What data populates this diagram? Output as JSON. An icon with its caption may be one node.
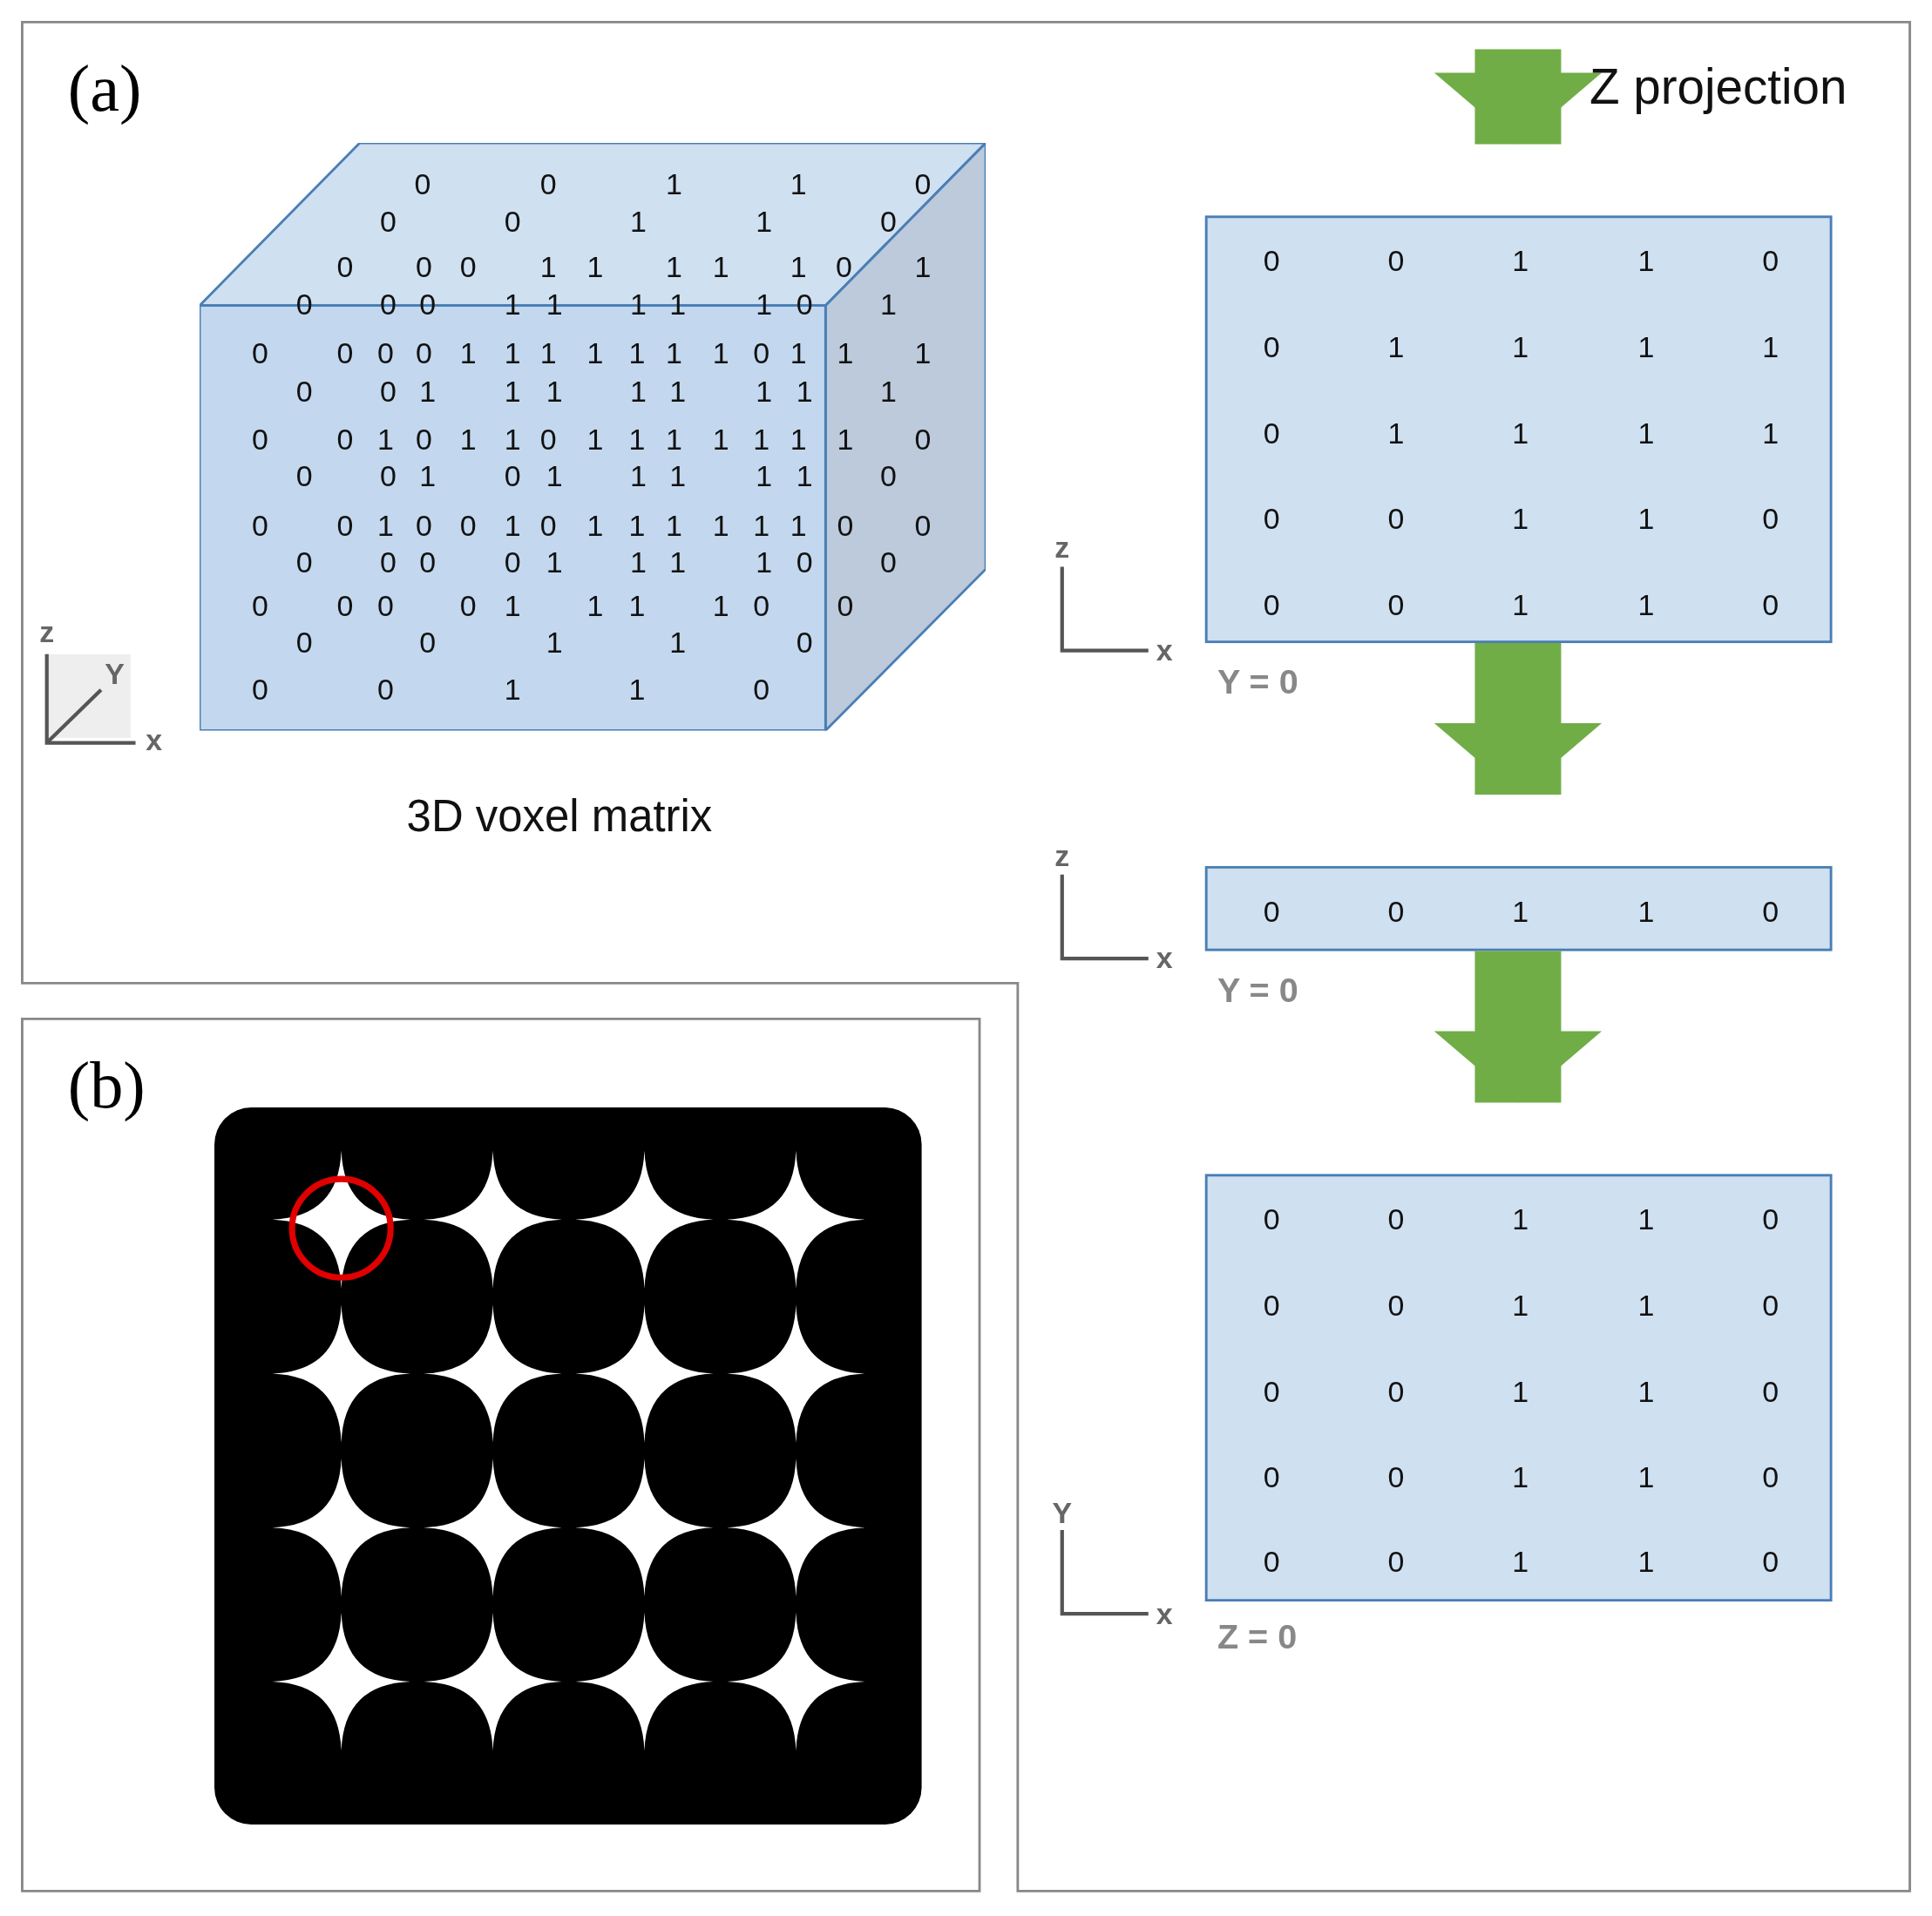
{
  "diagram": {
    "nodes": [
      {
        "text": [
          "(a)"
        ]
      },
      {
        "text": [
          "0",
          "0",
          "1",
          "1",
          "0",
          "0",
          "0",
          "1",
          "1",
          "0",
          "0",
          "0",
          "0",
          "1",
          "1",
          "1",
          "1",
          "1",
          "0",
          "1",
          "0",
          "0",
          "0",
          "1",
          "1",
          "1",
          "1",
          "1",
          "0",
          "1",
          "0",
          "0",
          "0",
          "0",
          "1",
          "1",
          "1",
          "1",
          "1",
          "1",
          "1",
          "0",
          "1",
          "1",
          "1",
          "0",
          "0",
          "1",
          "1",
          "1",
          "1",
          "1",
          "1",
          "1",
          "1",
          "0",
          "0",
          "1",
          "0",
          "1",
          "1",
          "0",
          "1",
          "1",
          "1",
          "1",
          "1",
          "1",
          "1",
          "0",
          "0",
          "0",
          "1",
          "0",
          "1",
          "1",
          "1",
          "1",
          "1",
          "0",
          "0",
          "0",
          "1",
          "0",
          "0",
          "1",
          "0",
          "1",
          "1",
          "1",
          "1",
          "1",
          "1",
          "0",
          "0",
          "0",
          "0",
          "0",
          "0",
          "1",
          "1",
          "1",
          "1",
          "0",
          "0",
          "0",
          "0",
          "0",
          "0",
          "1",
          "1",
          "1",
          "1",
          "0",
          "0",
          "0",
          "0",
          "1",
          "1",
          "0",
          "0",
          "0",
          "1",
          "1",
          "0"
        ],
        "beside": [
          "3D voxel matrix"
        ],
        "in": 0
      },
      {
        "text": [
          "0",
          "0",
          "1",
          "1",
          "0",
          "0",
          "1",
          "1",
          "1",
          "1",
          "0",
          "1",
          "1",
          "1",
          "1",
          "0",
          "0",
          "1",
          "1",
          "0",
          "0",
          "0",
          "1",
          "1",
          "0"
        ],
        "beside": [
          "Y = 0"
        ],
        "in": 0
      },
      {
        "text": [
          "0",
          "0",
          "1",
          "1",
          "0"
        ],
        "beside": [
          "Y = 0"
        ],
        "in": 0
      },
      {
        "text": [
          "0",
          "0",
          "1",
          "1",
          "0",
          "0",
          "0",
          "1",
          "1",
          "0",
          "0",
          "0",
          "1",
          "1",
          "0",
          "0",
          "0",
          "1",
          "1",
          "0",
          "0",
          "0",
          "1",
          "1",
          "0"
        ],
        "beside": [
          "Z = 0"
        ],
        "in": 0
      },
      {
        "text": [
          "(b)"
        ]
      },
      {
        "text": [],
        "shape": "picture",
        "in": 5
      }
    ],
    "edges": [
      {
        "from": null,
        "to": 2,
        "arrow": "to",
        "label": "Z projection"
      },
      {
        "from": 2,
        "to": 3,
        "arrow": "to"
      },
      {
        "from": 3,
        "to": 4,
        "arrow": "to"
      }
    ],
    "labels": [
      "z",
      "x",
      "z",
      "Y",
      "x",
      "z",
      "x",
      "Y",
      "x"
    ]
  }
}
